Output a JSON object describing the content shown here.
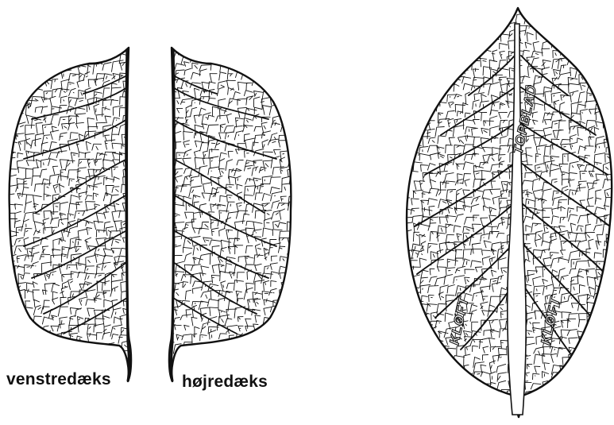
{
  "labels": {
    "left_half": "venstredæks",
    "right_half": "højredæks",
    "top_leaf": "TOPBLAD",
    "cleft_left": "KLØFT",
    "cleft_right": "KLØFT"
  },
  "colors": {
    "ink": "#111111",
    "paper": "#ffffff"
  }
}
